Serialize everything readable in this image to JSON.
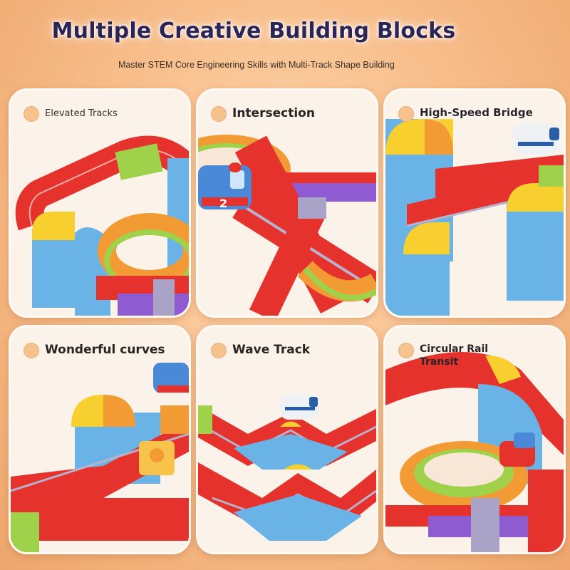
{
  "header": {
    "title": "Multiple Creative Building Blocks",
    "subtitle": "Master STEM Core Engineering Skills with Multi-Track Shape Building"
  },
  "panels": [
    {
      "label": "Elevated Tracks"
    },
    {
      "label": "Intersection"
    },
    {
      "label": "High-Speed Bridge"
    },
    {
      "label": "Wonderful curves"
    },
    {
      "label": "Wave Track"
    },
    {
      "label": "Circular Rail Transit"
    }
  ],
  "train_number": "2",
  "colors": {
    "red": "#e5322d",
    "blue": "#69b3e6",
    "yellow": "#f7cf2f",
    "green": "#9fd24a",
    "orange": "#f29a33",
    "purple": "#8f5bd0",
    "background": "#f8c08e",
    "card": "#fdf6ee"
  }
}
